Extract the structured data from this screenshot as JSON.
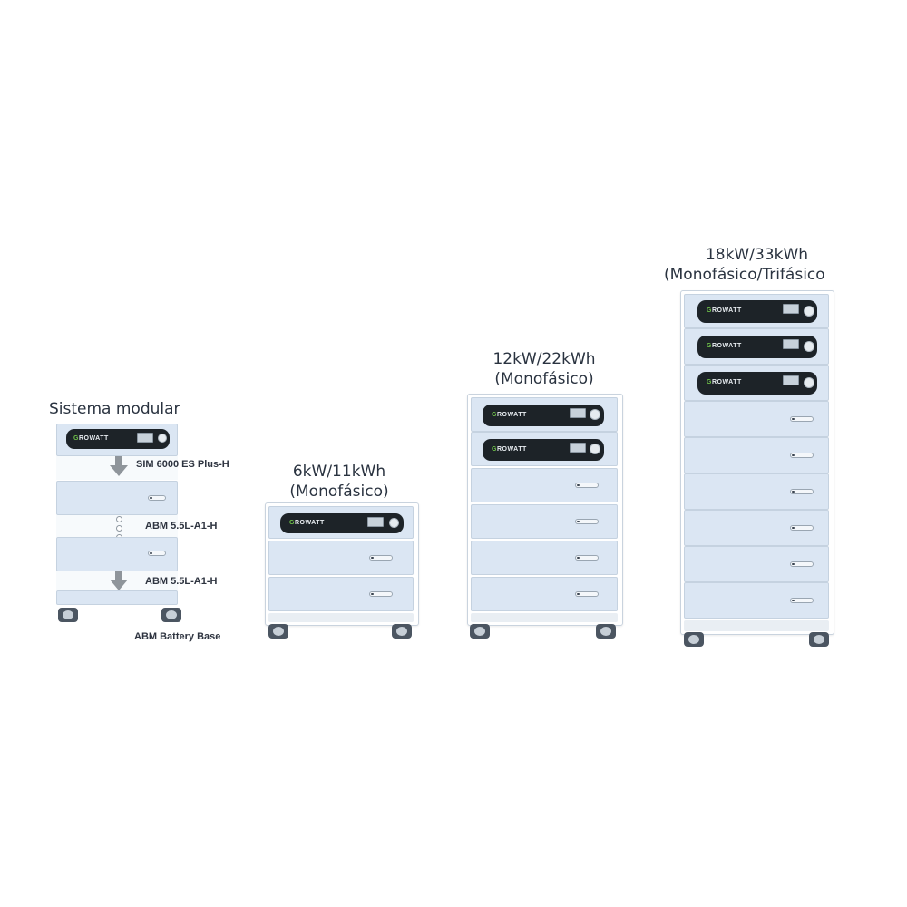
{
  "modular": {
    "title": "Sistema modular",
    "labels": {
      "inverter": "SIM 6000 ES Plus-H",
      "battery_1": "ABM 5.5L-A1-H",
      "battery_2": "ABM 5.5L-A1-H",
      "base": "ABM  Battery Base"
    }
  },
  "configs": [
    {
      "line1": "6kW/11kWh",
      "line2": "(Monofásico)"
    },
    {
      "line1": "12kW/22kWh",
      "line2": "(Monofásico)"
    },
    {
      "line1": "18kW/33kWh",
      "line2": "(Monofásico/Trifásico"
    }
  ],
  "brand": {
    "logo_initial": "G",
    "logo_rest": "ROWATT"
  },
  "colors": {
    "module_fill": "#dbe6f3",
    "inverter_bar": "#1d2328",
    "logo_green": "#6fc24a",
    "arrow_gray": "#8f959b"
  },
  "icons": {
    "down_arrow": "down-arrow-icon",
    "expansion_dots": "ellipsis-vertical-icon",
    "wheel": "caster-wheel-icon"
  }
}
